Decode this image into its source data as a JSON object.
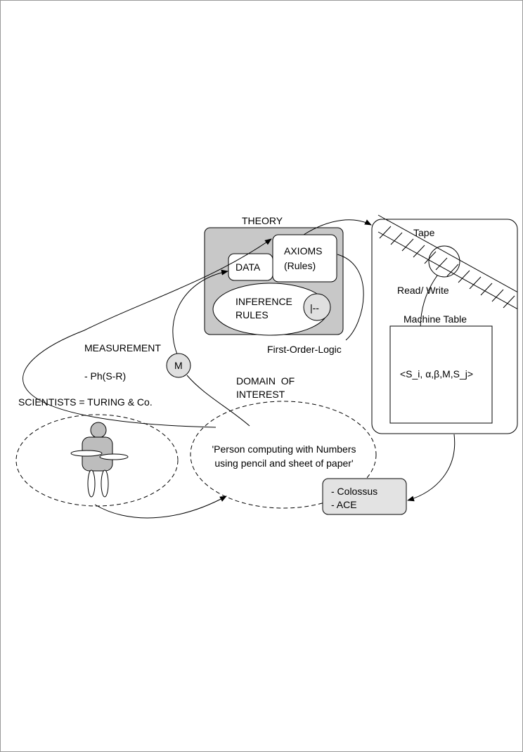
{
  "theory": {
    "title": "THEORY",
    "data": "DATA",
    "axioms_line1": "AXIOMS",
    "axioms_line2": "(Rules)",
    "inference_line1": "INFERENCE",
    "inference_line2": "RULES",
    "turnstile": "|--",
    "logic": "First-Order-Logic"
  },
  "measurement": {
    "label": "MEASUREMENT",
    "formula": "- Ph(S-R)",
    "m": "M"
  },
  "scientists": "SCIENTISTS = TURING & Co.",
  "domain": {
    "line1": "DOMAIN  OF",
    "line2": "INTEREST",
    "quote_line1": "'Person computing with Numbers",
    "quote_line2": "using pencil and sheet of paper'"
  },
  "machine": {
    "tape": "Tape",
    "read_write": "Read/ Write",
    "table": "Machine Table",
    "tuple": "<S_i, α,β,M,S_j>"
  },
  "computers": {
    "item1": "- Colossus",
    "item2": "- ACE"
  }
}
